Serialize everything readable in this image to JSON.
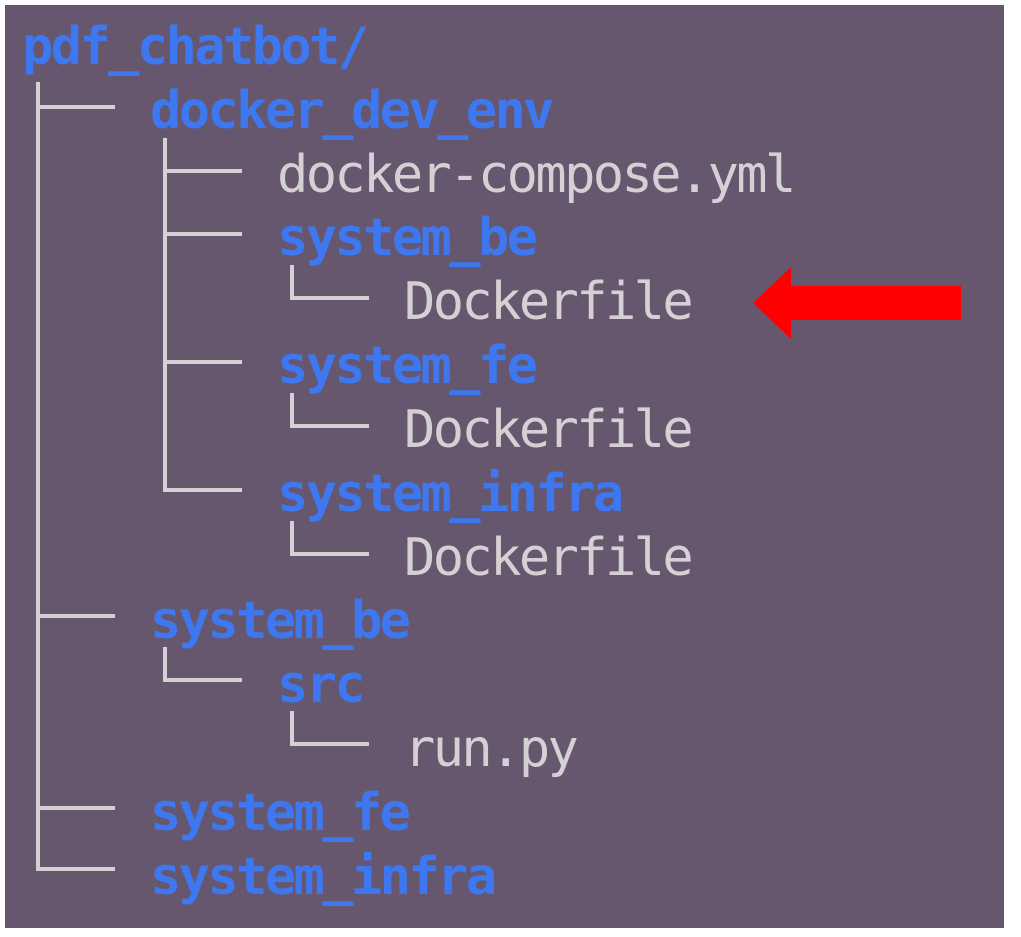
{
  "tree": {
    "root": "pdf_chatbot/",
    "entries": [
      {
        "name": "docker_dev_env",
        "type": "dir"
      },
      {
        "name": "docker-compose.yml",
        "type": "file"
      },
      {
        "name": "system_be",
        "type": "dir"
      },
      {
        "name": "Dockerfile",
        "type": "file",
        "highlighted": true
      },
      {
        "name": "system_fe",
        "type": "dir"
      },
      {
        "name": "Dockerfile",
        "type": "file"
      },
      {
        "name": "system_infra",
        "type": "dir"
      },
      {
        "name": "Dockerfile",
        "type": "file"
      },
      {
        "name": "system_be",
        "type": "dir"
      },
      {
        "name": "src",
        "type": "dir"
      },
      {
        "name": "run.py",
        "type": "file"
      },
      {
        "name": "system_fe",
        "type": "dir"
      },
      {
        "name": "system_infra",
        "type": "dir"
      }
    ]
  },
  "annotation": {
    "icon": "arrow-left-icon",
    "color": "#ff0000"
  },
  "theme": {
    "background": "#66566e",
    "directory_color": "#3d78f0",
    "file_color": "#d4d0d4"
  }
}
